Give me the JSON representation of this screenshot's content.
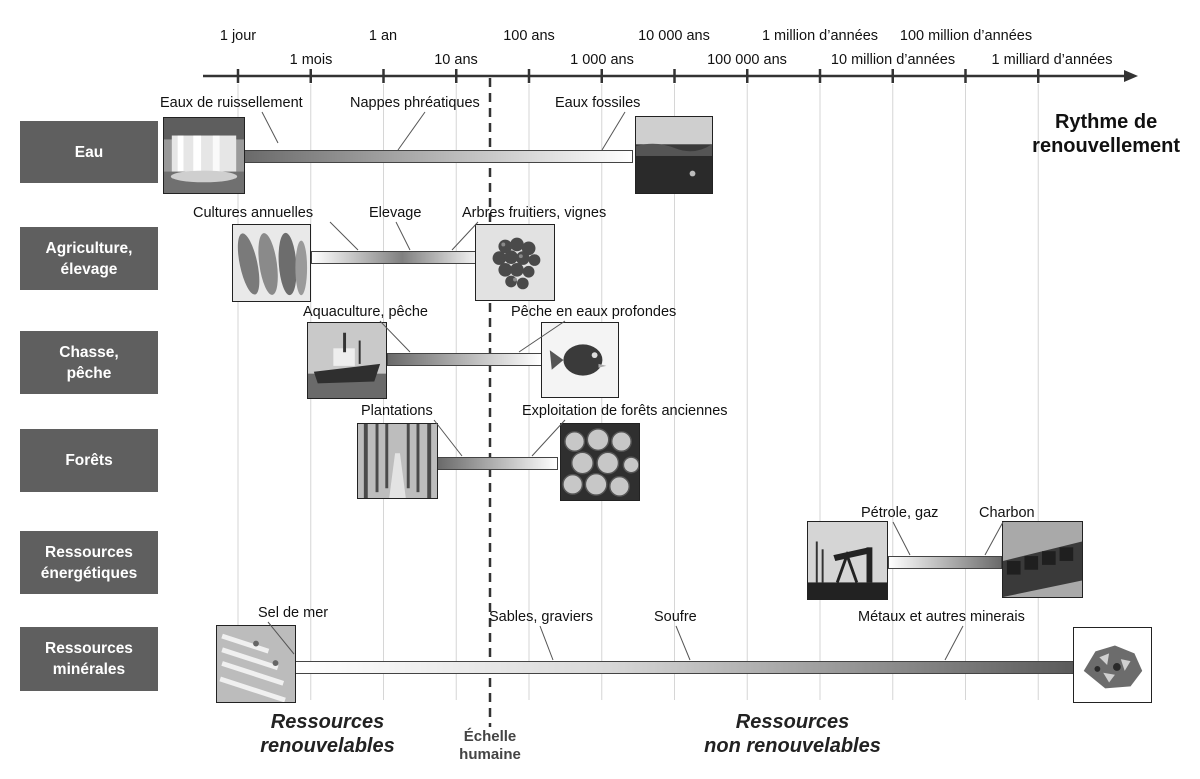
{
  "timescale": {
    "upper_ticks": [
      "1 jour",
      "1 an",
      "100 ans",
      "10 000 ans",
      "1 million d’années",
      "100 million d’années"
    ],
    "lower_ticks": [
      "1 mois",
      "10 ans",
      "1 000 ans",
      "100 000 ans",
      "10 million d’années",
      "1 milliard d’années"
    ]
  },
  "axis_title": [
    "Rythme de",
    "renouvellement"
  ],
  "human_scale": [
    "Échelle",
    "humaine"
  ],
  "renewable_label": [
    "Ressources",
    "renouvelables"
  ],
  "nonrenewable_label": [
    "Ressources",
    "non renouvelables"
  ],
  "rows": [
    {
      "label": [
        "Eau"
      ],
      "items": [
        "Eaux de ruissellement",
        "Nappes phréatiques",
        "Eaux fossiles"
      ],
      "photos": [
        "waterfall-photo",
        "fossil-water-photo"
      ]
    },
    {
      "label": [
        "Agriculture,",
        "élevage"
      ],
      "items": [
        "Cultures annuelles",
        "Elevage",
        "Arbres fruitiers, vignes"
      ],
      "photos": [
        "corn-photo",
        "grapes-photo"
      ]
    },
    {
      "label": [
        "Chasse,",
        "pêche"
      ],
      "items": [
        "Aquaculture, pêche",
        "Pêche en eaux profondes"
      ],
      "photos": [
        "trawler-photo",
        "fish-photo"
      ]
    },
    {
      "label": [
        "Forêts"
      ],
      "items": [
        "Plantations",
        "Exploitation de forêts anciennes"
      ],
      "photos": [
        "plantation-photo",
        "logs-photo"
      ]
    },
    {
      "label": [
        "Ressources",
        "énergétiques"
      ],
      "items": [
        "Pétrole, gaz",
        "Charbon"
      ],
      "photos": [
        "oil-pump-photo",
        "coal-train-photo"
      ]
    },
    {
      "label": [
        "Ressources",
        "minérales"
      ],
      "items": [
        "Sel de mer",
        "Sables, graviers",
        "Soufre",
        "Métaux et autres minerais"
      ],
      "photos": [
        "salt-marsh-photo",
        "mineral-ore-photo"
      ]
    }
  ]
}
